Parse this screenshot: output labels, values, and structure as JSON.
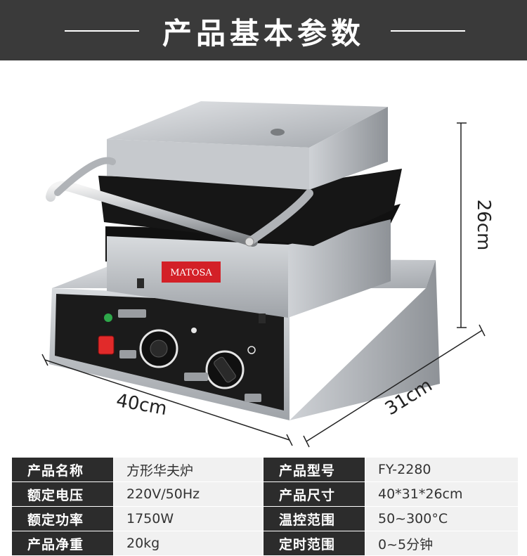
{
  "header": {
    "title": "产品基本参数"
  },
  "product": {
    "brand_logo": "MATOSA"
  },
  "dimensions": {
    "height": "26cm",
    "width": "40cm",
    "depth": "31cm"
  },
  "specs": {
    "rows": [
      {
        "left_key": "产品名称",
        "left_value": "方形华夫炉",
        "right_key": "产品型号",
        "right_value": "FY-2280"
      },
      {
        "left_key": "额定电压",
        "left_value": "220V/50Hz",
        "right_key": "产品尺寸",
        "right_value": "40*31*26cm"
      },
      {
        "left_key": "额定功率",
        "left_value": "1750W",
        "right_key": "温控范围",
        "right_value": "50~300°C"
      },
      {
        "left_key": "产品净重",
        "left_value": "20kg",
        "right_key": "定时范围",
        "right_value": "0~5分钟"
      }
    ]
  },
  "colors": {
    "banner": "#3a3a3a",
    "table_key": "#2c2c2c",
    "table_value": "#f1f1f1",
    "logo_red": "#d32027"
  }
}
